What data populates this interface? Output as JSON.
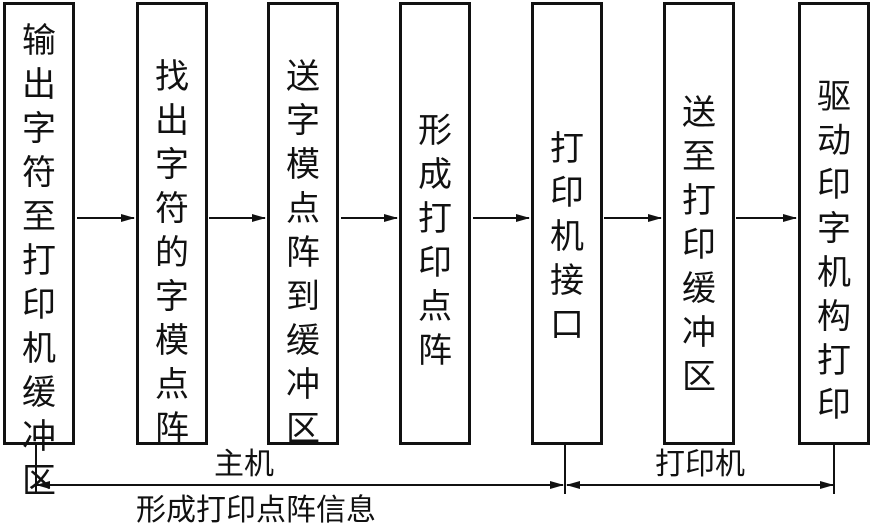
{
  "boxes": [
    {
      "id": "b1",
      "label": "输\n出\n字\n符\n至\n打\n印\n机\n缓\n冲\n区"
    },
    {
      "id": "b2",
      "label": "找\n出\n字\n符\n的\n字\n模\n点\n阵"
    },
    {
      "id": "b3",
      "label": "送\n字\n模\n点\n阵\n到\n缓\n冲\n区"
    },
    {
      "id": "b4",
      "label": "形\n成\n打\n印\n点\n阵"
    },
    {
      "id": "b5",
      "label": "打\n印\n机\n接\n口"
    },
    {
      "id": "b6",
      "label": "送\n至\n打\n印\n缓\n冲\n区"
    },
    {
      "id": "b7",
      "label": "驱\n动\n印\n字\n机\n构\n打\n印"
    }
  ],
  "spans": {
    "host": "主机",
    "printer": "打印机",
    "caption": "形成打印点阵信息"
  },
  "colors": {
    "line": "#111111",
    "background": "#ffffff"
  }
}
